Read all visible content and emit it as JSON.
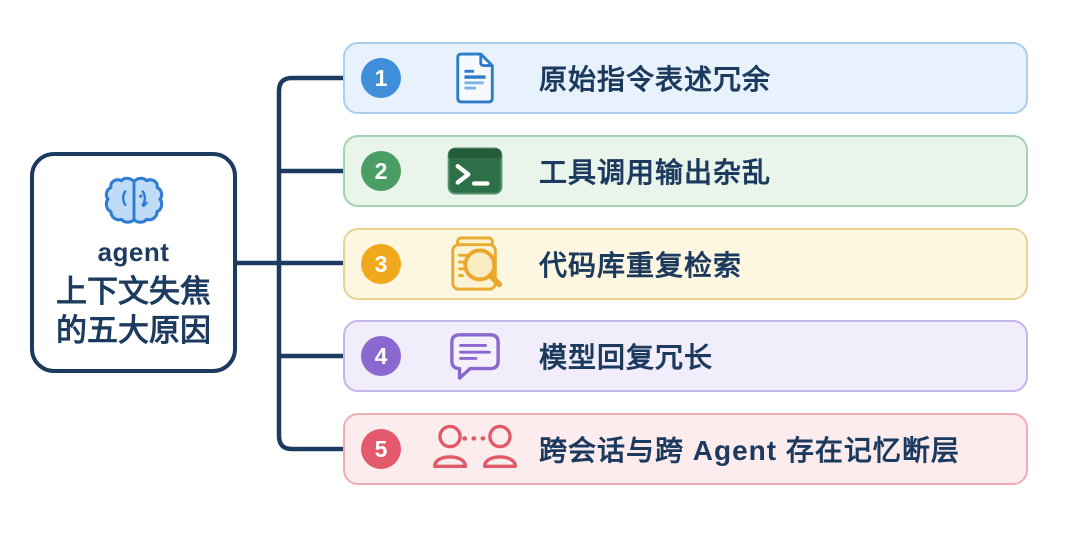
{
  "diagram": {
    "node": {
      "label": "agent",
      "title_line1": "上下文失焦",
      "title_line2": "的五大原因",
      "icon": "brain-icon"
    },
    "line_color": "#1d3a5f",
    "text_color": "#1c3a5e",
    "background_color": "#ffffff",
    "items": [
      {
        "number": "1",
        "label": "原始指令表述冗余",
        "icon": "document-icon",
        "badge_color": "#3e8ed9",
        "bg_color": "#e8f2fc",
        "border_color": "#abcdee",
        "accent": "#2e7cc9"
      },
      {
        "number": "2",
        "label": "工具调用输出杂乱",
        "icon": "terminal-icon",
        "badge_color": "#4a9e63",
        "bg_color": "#e9f4eb",
        "border_color": "#a6d2b1",
        "accent": "#2d7048"
      },
      {
        "number": "3",
        "label": "代码库重复检索",
        "icon": "document-search-icon",
        "badge_color": "#f0a81c",
        "bg_color": "#fdf7e1",
        "border_color": "#ecd28f",
        "accent": "#e8ab2d"
      },
      {
        "number": "4",
        "label": "模型回复冗长",
        "icon": "chat-bubble-icon",
        "badge_color": "#8a68d0",
        "bg_color": "#f1edfb",
        "border_color": "#c4b5ea",
        "accent": "#8a68d0"
      },
      {
        "number": "5",
        "label": "跨会话与跨 Agent 存在记忆断层",
        "icon": "people-connection-icon",
        "badge_color": "#e25a6b",
        "bg_color": "#fcecee",
        "border_color": "#f1acb6",
        "accent": "#e05a68"
      }
    ]
  }
}
